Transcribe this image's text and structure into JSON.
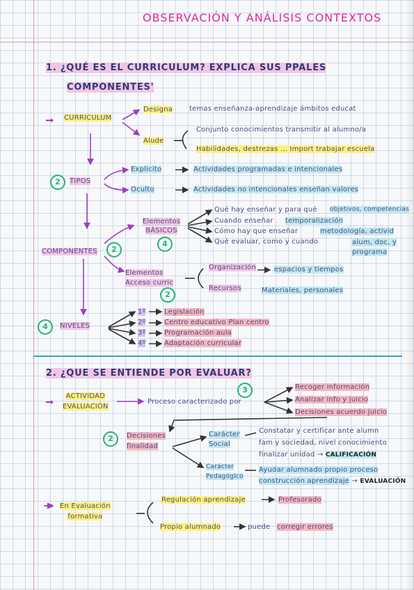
{
  "header": {
    "title": "OBSERVACIÓN Y ANÁLISIS CONTEXTOS"
  },
  "section1": {
    "heading_line1": "1. ¿QUÉ ES EL CURRICULUM? EXPLICA SUS PPALES",
    "heading_line2": "COMPONENTES'",
    "curriculum": "CURRICULUM",
    "designa": "Designa",
    "designa_text": "temas enseñanza-aprendizaje ámbitos educat",
    "alude": "Alude",
    "alude_text1": "Conjunto conocimientos transmitir al alumno/a",
    "alude_text2": "Habilidades, destrezas ... Import trabajar escuela",
    "tipos_num": "2",
    "tipos": "TIPOS",
    "explicito": "Explicito",
    "explicito_text": "Actividades programadas e intencionales",
    "oculto": "Oculto",
    "oculto_text": "Actividades no intencionales enseñan valores",
    "componentes": "COMPONENTES",
    "componentes_num": "2",
    "elementos_basicos": "Elementos BÁSICOS",
    "elementos_basicos_num": "4",
    "basicos_items": [
      {
        "q": "Qué hay enseñar y para qué",
        "a": "objetivos, competencias"
      },
      {
        "q": "Cuando enseñar",
        "a": "temporalización"
      },
      {
        "q": "Cómo hay que enseñar",
        "a": "metodología, activid"
      },
      {
        "q": "Qué evaluar, como y cuando",
        "a": "alum, doc, y programa"
      }
    ],
    "elementos_acceso": "Elementos Acceso curric",
    "elementos_acceso_num": "2",
    "organizacion": "Organización",
    "organizacion_text": "espacios y tiempos",
    "recursos": "Recursos",
    "recursos_text": "Materiales, personales",
    "niveles_num": "4",
    "niveles": "NIVELES",
    "niveles_items": [
      {
        "n": "1º",
        "t": "Legislación"
      },
      {
        "n": "2º",
        "t": "Centro educativo Plan centro"
      },
      {
        "n": "3º",
        "t": "Programación aula"
      },
      {
        "n": "4º",
        "t": "Adaptación curricular"
      }
    ]
  },
  "section2": {
    "heading": "2. ¿QUE SE ENTIENDE POR EVALUAR?",
    "actividad_l1": "ACTIVIDAD",
    "actividad_l2": "EVALUACIÓN",
    "proceso": "Proceso caracterizado por",
    "proceso_num": "3",
    "proceso_items": [
      "Recoger información",
      "Analizar info y juicio",
      "Decisiones acuerdo juicio"
    ],
    "decisiones_num": "2",
    "decisiones_l1": "Decisiones",
    "decisiones_l2": "finalidad",
    "social_l1": "Carácter",
    "social_l2": "Social",
    "social_t1": "Constatar y certificar ante alumn",
    "social_t2": "fam y sociedad, nivel conocimiento",
    "social_t3": "finalizar unidad",
    "social_result": "CALIFICACIÓN",
    "pedag_l1": "Carácter",
    "pedag_l2": "Pedagógico",
    "pedag_t1": "Ayudar alumnado propio proceso",
    "pedag_t2": "construcción aprendizaje",
    "pedag_result": "EVALUACIÓN",
    "formativa_l1": "En Evaluación",
    "formativa_l2": "formativa",
    "regulacion": "Regulación aprendizaje",
    "profesorado": "Profesorado",
    "propio": "Propio alumnado",
    "puede": "puede",
    "corregir": "corregir errores"
  },
  "colors": {
    "title": "#e0289a",
    "arrow": "#9b3fc4",
    "circle": "#22b573",
    "rule": "#2aa6c9"
  }
}
